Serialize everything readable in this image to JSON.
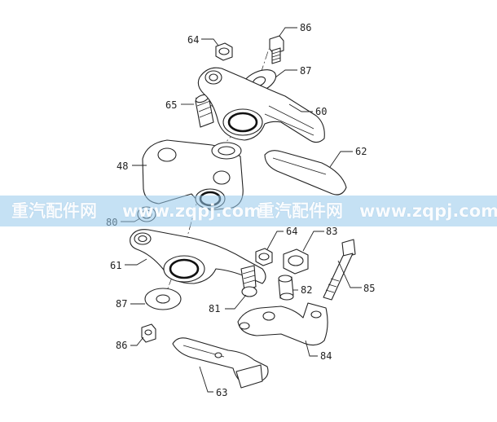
{
  "diagram": {
    "part_labels": {
      "p48": "48",
      "p60": "60",
      "p61": "61",
      "p62": "62",
      "p63": "63",
      "p64a": "64",
      "p64b": "64",
      "p65": "65",
      "p80": "80",
      "p81": "81",
      "p82": "82",
      "p83": "83",
      "p84": "84",
      "p85": "85",
      "p86a": "86",
      "p86b": "86",
      "p87a": "87",
      "p87b": "87"
    }
  },
  "watermark": {
    "items": [
      "重汽配件网",
      "www.zqpj.com",
      "重汽配件网",
      "www.zqpj.com"
    ],
    "band_color": "#96c8eb"
  },
  "colors": {
    "line": "#222222",
    "background": "#ffffff"
  }
}
